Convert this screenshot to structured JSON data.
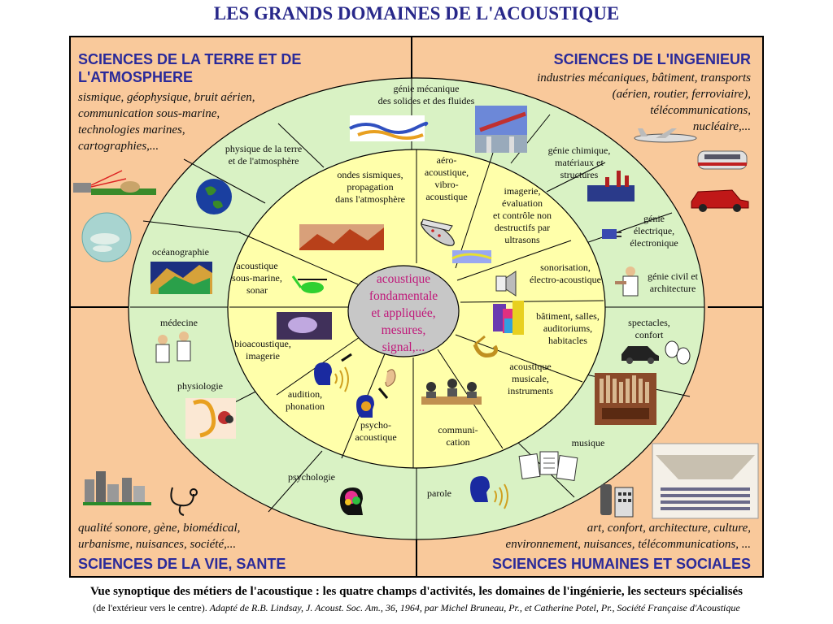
{
  "title": "LES GRANDS DOMAINES DE L'ACOUSTIQUE",
  "quadrants": {
    "top_left": {
      "title": "SCIENCES DE LA TERRE ET DE\nL'ATMOSPHERE",
      "description": "sismique, géophysique, bruit aérien,\ncommunication sous-marine,\ntechnologies marines,\ncartographies,..."
    },
    "top_right": {
      "title": "SCIENCES DE L'INGENIEUR",
      "description": "industries mécaniques, bâtiment, transports\n(aérien, routier, ferroviaire),\ntélécommunications,\nnucléaire,..."
    },
    "bottom_left": {
      "title": "SCIENCES DE LA VIE, SANTE",
      "description": "qualité sonore, gène, biomédical,\nurbanisme, nuisances, société,..."
    },
    "bottom_right": {
      "title": "SCIENCES HUMAINES ET SOCIALES",
      "description": "art, confort, architecture, culture,\nenvironnement, nuisances, télécommunications, ..."
    }
  },
  "core": "acoustique\nfondamentale\net appliquée,\nmesures,\nsignal,...",
  "inner_ring": [
    "ondes sismiques,\npropagation\ndans l'atmosphère",
    "aéro-\nacoustique,\nvibro-\nacoustique",
    "imagerie,\névaluation\net contrôle non\ndestructifs par\nultrasons",
    "sonorisation,\nélectro-acoustique",
    "bâtiment, salles,\nauditoriums,\nhabitacles",
    "acoustique\nmusicale,\ninstruments",
    "communi-\ncation",
    "psycho-\nacoustique",
    "audition,\nphonation",
    "bioacoustique,\nimagerie",
    "acoustique\nsous-marine,\nsonar"
  ],
  "outer_ring": [
    "génie mécanique\ndes solides et des fluides",
    "génie chimique,\nmatériaux et\nstructures",
    "génie\nélectrique,\nélectronique",
    "génie civil et\narchitecture",
    "spectacles,\nconfort",
    "musique",
    "parole",
    "psychologie",
    "physiologie",
    "médecine",
    "océanographie",
    "physique de la terre\net de l'atmosphère"
  ],
  "caption": {
    "main": "Vue synoptique des métiers de l'acoustique : les quatre champs d'activités, les domaines de l'ingénierie, les secteurs spécialisés",
    "sub_plain": "(de l'extérieur vers le centre).",
    "sub_italic": "Adapté de R.B. Lindsay, J. Acoust. Soc. Am., 36, 1964, par Michel Bruneau, Pr., et Catherine Potel, Pr., Société Française d'Acoustique"
  },
  "colors": {
    "quadrant_bg": "#f9c99b",
    "outer_ring": "#d9f2c4",
    "inner_ring": "#ffffaa",
    "core": "#c7c7c7",
    "title": "#28288a",
    "core_text": "#c0187a"
  },
  "icons": [
    "radar-antenna-icon",
    "whale-icon",
    "earth-globe-icon",
    "seismic-wave-icon",
    "gear-pipe-icon",
    "monorail-train-icon",
    "airplane-icon",
    "ultrasound-scan-icon",
    "factory-icon",
    "airliner-icon",
    "train-icon",
    "car-icon",
    "electric-plug-icon",
    "worker-icon",
    "loudspeaker-icon",
    "buildings-icon",
    "car-small-icon",
    "theatre-masks-icon",
    "saxophone-icon",
    "organ-icon",
    "meeting-icon",
    "sheet-music-icon",
    "concert-hall-icon",
    "telephone-icon",
    "speaking-head-icon",
    "brain-head-icon",
    "ear-icon",
    "listening-head-icon",
    "fetus-ultrasound-icon",
    "helicopter-icon",
    "ocean-floor-map-icon",
    "doctor-icon",
    "ear-anatomy-icon",
    "city-skyline-icon",
    "stethoscope-icon"
  ]
}
